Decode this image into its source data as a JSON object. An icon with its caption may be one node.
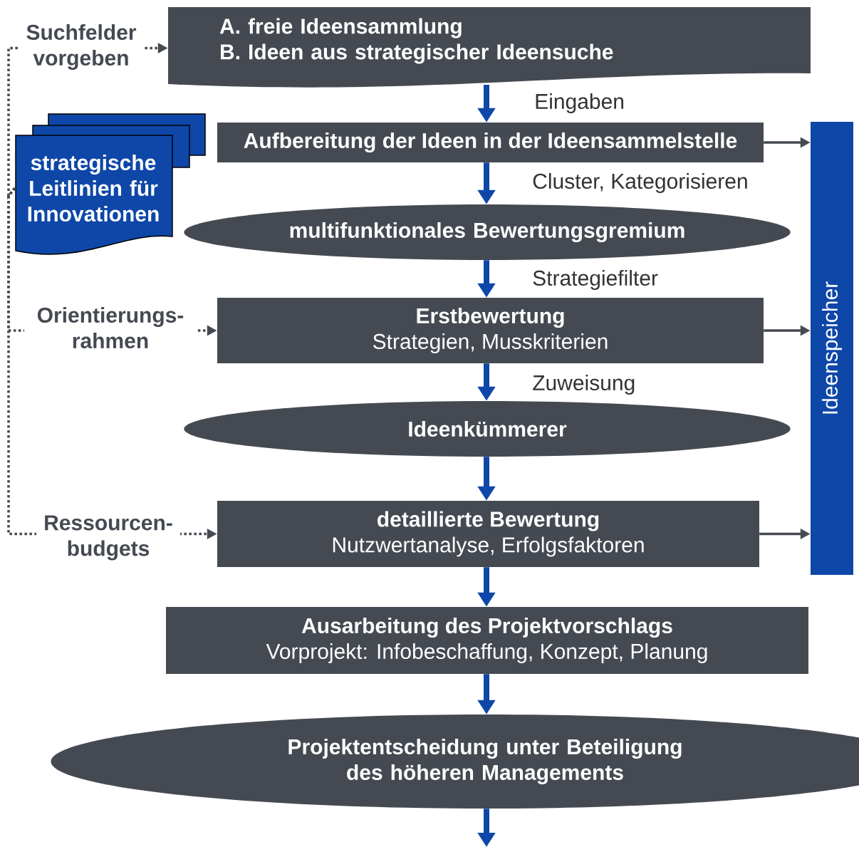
{
  "diagram": {
    "nodes": [
      {
        "text": [
          "A. freie Ideensammlung",
          "B. Ideen aus strategischer Ideensuche"
        ]
      },
      {
        "text": [
          "Aufbereitung der Ideen in der Ideensammelstelle"
        ]
      },
      {
        "text": [
          "multifunktionales Bewertungsgremium"
        ]
      },
      {
        "text": [
          "Erstbewertung",
          "Strategien, Musskriterien"
        ]
      },
      {
        "text": [
          "Ideenkümmerer"
        ]
      },
      {
        "text": [
          "detaillierte Bewertung",
          "Nutzwertanalyse, Erfolgsfaktoren"
        ]
      },
      {
        "text": [
          "Ausarbeitung des Projektvorschlags",
          "Vorprojekt: Infobeschaffung, Konzept, Planung"
        ]
      },
      {
        "text": [
          "Projektentscheidung unter Beteiligung des höheren Managements"
        ]
      },
      {
        "text": [
          "Ideenspeicher"
        ]
      },
      {
        "text": [
          "strategische Leitlinien für Innovationen"
        ]
      }
    ],
    "edges": [
      {
        "from": 0,
        "to": 1,
        "arrow": "to",
        "label": "Eingaben"
      },
      {
        "from": 1,
        "to": 2,
        "arrow": "to",
        "label": "Cluster, Kategorisieren"
      },
      {
        "from": 2,
        "to": 3,
        "arrow": "to",
        "label": "Strategiefilter"
      },
      {
        "from": 3,
        "to": 4,
        "arrow": "to",
        "label": "Zuweisung"
      },
      {
        "from": 4,
        "to": 5,
        "arrow": "to"
      },
      {
        "from": 5,
        "to": 6,
        "arrow": "to"
      },
      {
        "from": 6,
        "to": 7,
        "arrow": "to"
      },
      {
        "from": 7,
        "to": null,
        "arrow": "to"
      },
      {
        "from": 1,
        "to": 8,
        "arrow": "to",
        "color": "#454a52"
      },
      {
        "from": 3,
        "to": 8,
        "arrow": "to",
        "color": "#454a52"
      },
      {
        "from": 5,
        "to": 8,
        "arrow": "to",
        "color": "#454a52"
      },
      {
        "from": 9,
        "to": 0,
        "arrow": "to",
        "label": "Suchfelder vorgeben",
        "style": "dashed",
        "color": "#454a52"
      },
      {
        "from": 9,
        "to": 3,
        "arrow": "to",
        "label": "Orientierungs- rahmen",
        "style": "dashed",
        "color": "#454a52"
      },
      {
        "from": 9,
        "to": 5,
        "arrow": "to",
        "label": "Ressourcen- budgets",
        "style": "dashed",
        "color": "#454a52"
      }
    ]
  }
}
